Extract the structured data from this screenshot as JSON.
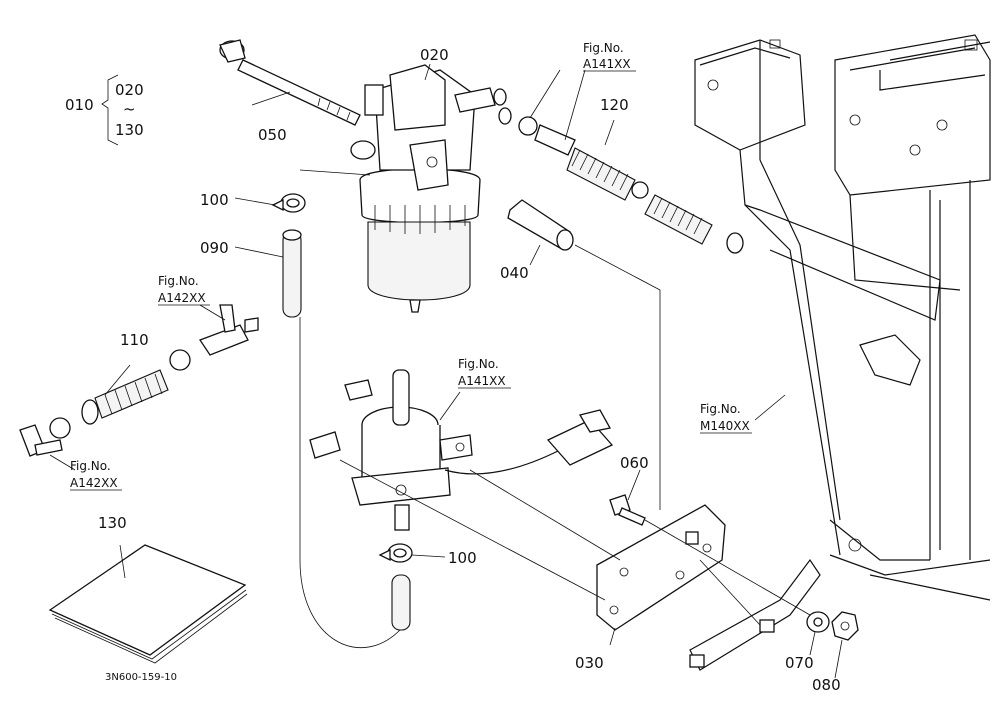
{
  "diagram": {
    "code": "3N600-159-10",
    "parts": {
      "p010": "010",
      "p020_range_top": "020",
      "p020_range_mid": "~",
      "p130_range_bottom": "130",
      "p020": "020",
      "p030": "030",
      "p040": "040",
      "p050": "050",
      "p060": "060",
      "p070": "070",
      "p080": "080",
      "p090": "090",
      "p100a": "100",
      "p100b": "100",
      "p110": "110",
      "p120": "120",
      "p130": "130"
    },
    "refs": {
      "r1_label": "Fig.No.",
      "r1_code": "A141XX",
      "r2_label": "Fig.No.",
      "r2_code": "A142XX",
      "r3_label": "Fig.No.",
      "r3_code": "A141XX",
      "r4_label": "Fig.No.",
      "r4_code": "A142XX",
      "r5_label": "Fig.No.",
      "r5_code": "M140XX"
    }
  }
}
